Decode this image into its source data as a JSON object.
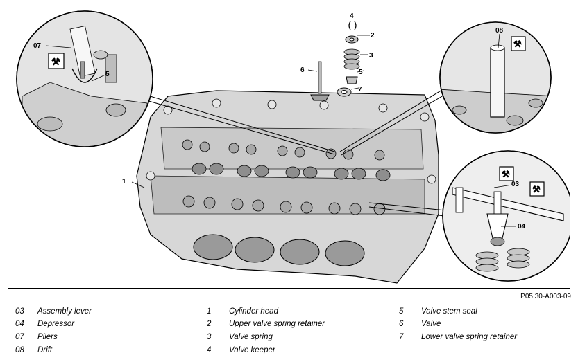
{
  "figure": {
    "id": "P05.30-A003-09",
    "callouts": {
      "head": "1",
      "upper_retainer": "2",
      "spring": "3",
      "keeper": "4",
      "seal_part": "5",
      "valve": "6",
      "lower_retainer": "7",
      "pliers_inset": "07",
      "seal_inset": "5",
      "drift_inset": "08",
      "lever_inset": "03",
      "depressor_inset": "04"
    }
  },
  "legend": [
    {
      "code": "03",
      "label": "Assembly lever"
    },
    {
      "code": "04",
      "label": "Depressor"
    },
    {
      "code": "07",
      "label": "Pliers"
    },
    {
      "code": "08",
      "label": "Drift"
    },
    {
      "code": "1",
      "label": "Cylinder head"
    },
    {
      "code": "2",
      "label": "Upper valve spring retainer"
    },
    {
      "code": "3",
      "label": "Valve spring"
    },
    {
      "code": "4",
      "label": "Valve keeper"
    },
    {
      "code": "5",
      "label": "Valve stem seal"
    },
    {
      "code": "6",
      "label": "Valve"
    },
    {
      "code": "7",
      "label": "Lower valve spring retainer"
    }
  ]
}
